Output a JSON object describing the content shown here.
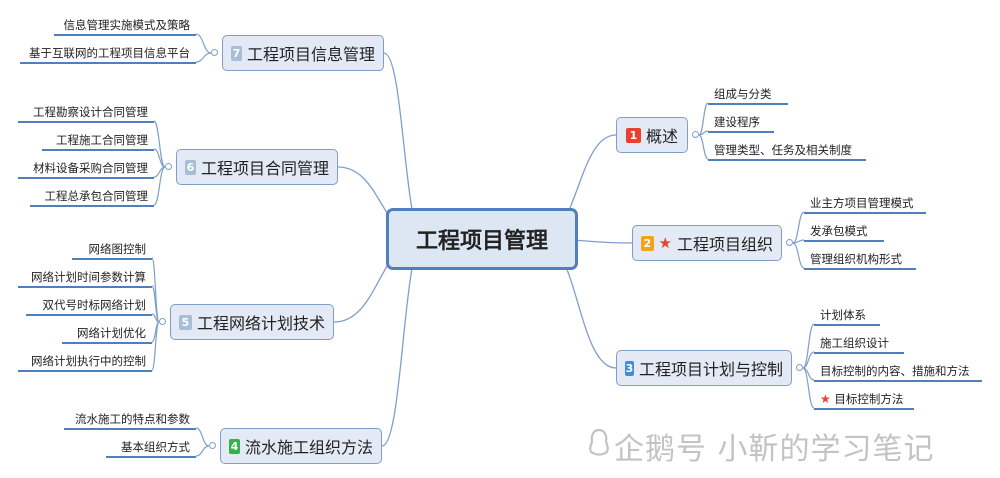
{
  "root": {
    "title": "工程项目管理"
  },
  "branches": [
    {
      "id": "overview",
      "num": "1",
      "num_color": "#e8412f",
      "star": false,
      "label": "概述",
      "children": [
        "组成与分类",
        "建设程序",
        "管理类型、任务及相关制度"
      ]
    },
    {
      "id": "organization",
      "num": "2",
      "num_color": "#f0a31c",
      "star": true,
      "label": "工程项目组织",
      "children": [
        "业主方项目管理模式",
        "发承包模式",
        "管理组织机构形式"
      ]
    },
    {
      "id": "plan-control",
      "num": "3",
      "num_color": "#3f8fd5",
      "star": false,
      "label": "工程项目计划与控制",
      "children": [
        "计划体系",
        "施工组织设计",
        "目标控制的内容、措施和方法",
        "目标控制方法"
      ],
      "starred_child": 3
    },
    {
      "id": "flow-construction",
      "num": "4",
      "num_color": "#35b04a",
      "star": false,
      "label": "流水施工组织方法",
      "children": [
        "流水施工的特点和参数",
        "基本组织方式"
      ]
    },
    {
      "id": "network-plan",
      "num": "5",
      "num_color": "#a9bdd6",
      "star": false,
      "label": "工程网络计划技术",
      "children": [
        "网络图控制",
        "网络计划时间参数计算",
        "双代号时标网络计划",
        "网络计划优化",
        "网络计划执行中的控制"
      ]
    },
    {
      "id": "contract",
      "num": "6",
      "num_color": "#a9bdd6",
      "star": false,
      "label": "工程项目合同管理",
      "children": [
        "工程勘察设计合同管理",
        "工程施工合同管理",
        "材料设备采购合同管理",
        "工程总承包合同管理"
      ]
    },
    {
      "id": "information",
      "num": "7",
      "num_color": "#a9bdd6",
      "star": false,
      "label": "工程项目信息管理",
      "children": [
        "信息管理实施模式及策略",
        "基于互联网的工程项目信息平台"
      ]
    }
  ],
  "watermark": {
    "text": "企鹅号 小靳的学习笔记"
  },
  "colors": {
    "line": "#4f7fbd",
    "curve": "#7f9fcb",
    "node_fill": "#e3eaf5",
    "star": "#e8412f"
  }
}
